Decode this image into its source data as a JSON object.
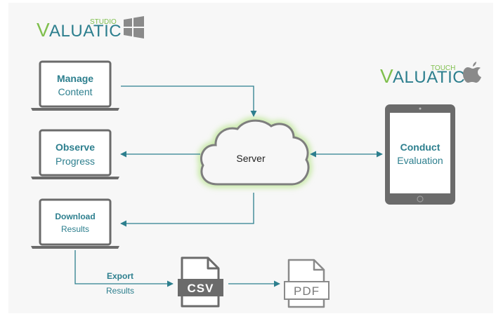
{
  "colors": {
    "teal": "#2d7f8e",
    "teal_dark": "#2a7a8a",
    "green": "#7fbf4d",
    "grey_device": "#6b6b6b",
    "screen": "#ffffff",
    "cloud_glow": "#c7e9a6"
  },
  "studio_logo": {
    "tag": "STUDIO",
    "first_letter": "V",
    "rest": "ALUATIC",
    "platform_icon": "windows-icon"
  },
  "touch_logo": {
    "tag": "TOUCH",
    "first_letter": "V",
    "rest": "ALUATIC",
    "platform_icon": "apple-icon"
  },
  "laptops": [
    {
      "line1": "Manage",
      "line2": "Content"
    },
    {
      "line1": "Observe",
      "line2": "Progress"
    },
    {
      "line1": "Download",
      "line2": "Results"
    }
  ],
  "server": {
    "label": "Server"
  },
  "tablet": {
    "line1": "Conduct",
    "line2": "Evaluation"
  },
  "export": {
    "line1": "Export",
    "line2": "Results"
  },
  "files": [
    {
      "label": "CSV",
      "style": "filled"
    },
    {
      "label": "PDF",
      "style": "outline"
    }
  ]
}
